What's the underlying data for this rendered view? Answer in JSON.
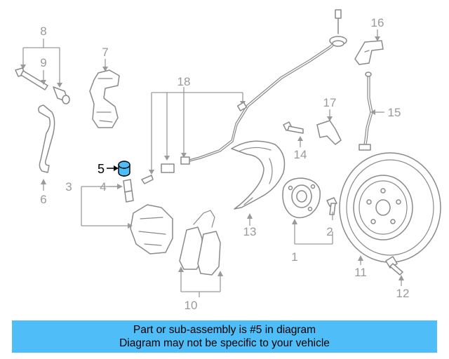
{
  "callouts": {
    "c1": "1",
    "c2": "2",
    "c3": "3",
    "c4": "4",
    "c5": "5",
    "c6": "6",
    "c7": "7",
    "c8": "8",
    "c9": "9",
    "c10": "10",
    "c11": "11",
    "c12": "12",
    "c13": "13",
    "c14": "14",
    "c15": "15",
    "c16": "16",
    "c17": "17",
    "c18": "18"
  },
  "highlight": {
    "callout": "5",
    "color": "#4fbdf7"
  },
  "banner": {
    "line1": "Part or sub-assembly is #5 in diagram",
    "line2": "Diagram may not be specific to your vehicle",
    "background": "#4fbdf7"
  }
}
